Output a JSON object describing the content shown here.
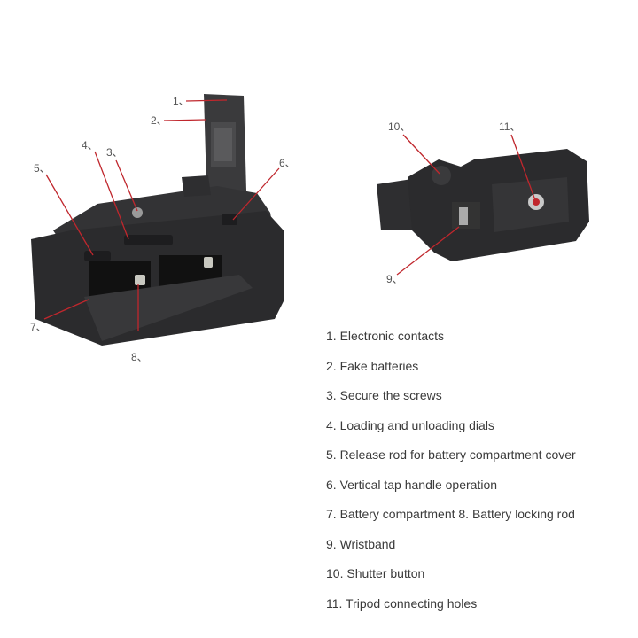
{
  "figure_front": {
    "callouts": [
      "1、",
      "2、",
      "3、",
      "4、",
      "5、",
      "6、",
      "7、",
      "8、"
    ]
  },
  "figure_back": {
    "callouts": [
      "9、",
      "10、",
      "11、"
    ]
  },
  "legend": {
    "items": [
      "1. Electronic contacts",
      "2. Fake batteries",
      "3. Secure the screws",
      "4. Loading and unloading dials",
      "5. Release rod for battery compartment cover",
      "6. Vertical tap handle operation",
      "7. Battery compartment 8. Battery locking rod",
      "9. Wristband",
      "10. Shutter button",
      "11. Tripod connecting holes"
    ]
  },
  "colors": {
    "callout_line": "#c0272d",
    "grip_body": "#2b2b2d",
    "text": "#3a3a3a"
  }
}
